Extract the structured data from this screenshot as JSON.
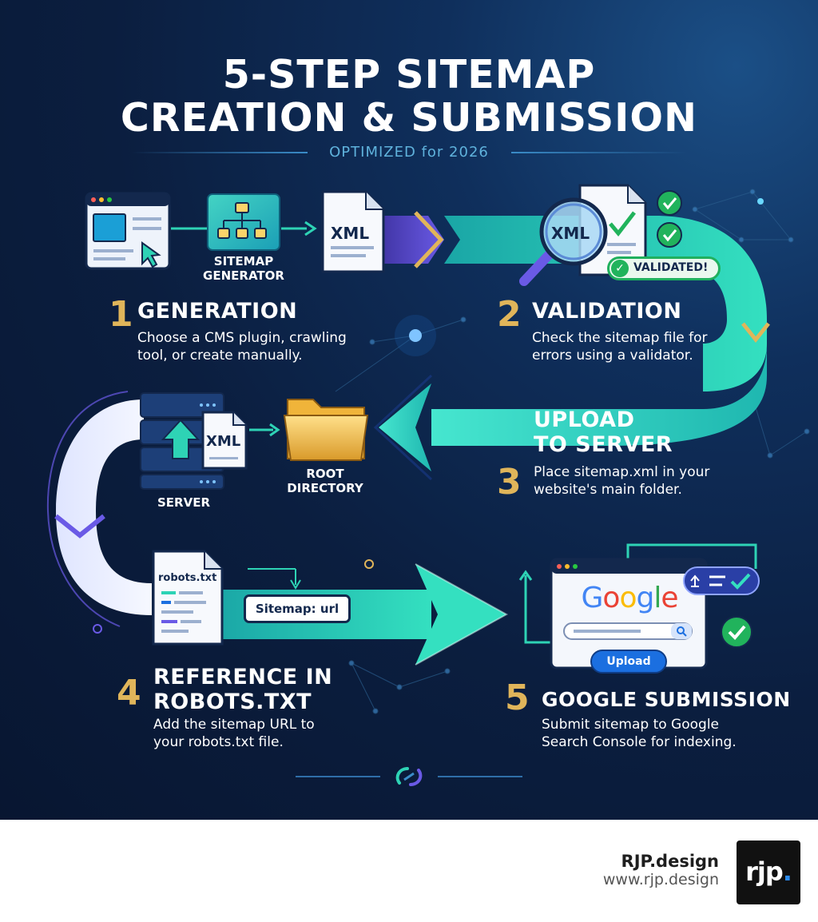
{
  "title": {
    "line1": "5-STEP SITEMAP",
    "line2": "CREATION & SUBMISSION"
  },
  "subtitle": "OPTIMIZED for 2026",
  "steps": [
    {
      "number": "1",
      "title": "GENERATION",
      "desc_lines": [
        "Choose a CMS plugin, crawling",
        "tool, or create manually."
      ]
    },
    {
      "number": "2",
      "title": "VALIDATION",
      "desc_lines": [
        "Check the sitemap file for",
        "errors using a validator."
      ]
    },
    {
      "number": "3",
      "title_lines": [
        "UPLOAD",
        "TO SERVER"
      ],
      "desc_lines": [
        "Place sitemap.xml in your",
        "website's main folder."
      ]
    },
    {
      "number": "4",
      "title_lines": [
        "REFERENCE IN",
        "ROBOTS.TXT"
      ],
      "desc_lines": [
        "Add the sitemap URL to",
        "your robots.txt file."
      ]
    },
    {
      "number": "5",
      "title": "GOOGLE SUBMISSION",
      "desc_lines": [
        "Submit sitemap to Google",
        "Search Console for indexing."
      ]
    }
  ],
  "labels": {
    "sitemap_generator": [
      "SITEMAP",
      "GENERATOR"
    ],
    "server": "SERVER",
    "root_directory": [
      "ROOT",
      "DIRECTORY"
    ],
    "xml": "XML",
    "validated": "VALIDATED!",
    "robots_file": "robots.txt",
    "sitemap_url": "Sitemap: url",
    "google": [
      "G",
      "o",
      "o",
      "g",
      "l",
      "e"
    ],
    "upload_button": "Upload"
  },
  "colors": {
    "gold": "#e0b55a",
    "teal": "#2ed3b5",
    "navy": "#0b1e3f",
    "google_blue": "#4285f4",
    "google_red": "#ea4335",
    "google_yellow": "#fbbc05",
    "google_green": "#34a853",
    "check_green": "#21b35c"
  },
  "icons": [
    "browser-cursor-icon",
    "sitemap-tree-icon",
    "xml-file-icon",
    "magnifier-icon",
    "check-icon",
    "server-icon",
    "upload-arrow-icon",
    "folder-icon",
    "robots-file-icon",
    "google-browser-icon",
    "search-icon",
    "share-icon",
    "chain-link-icon"
  ],
  "footer": {
    "brand": "RJP.design",
    "url": "www.rjp.design",
    "logo_text": "rjp",
    "logo_dot": "."
  }
}
